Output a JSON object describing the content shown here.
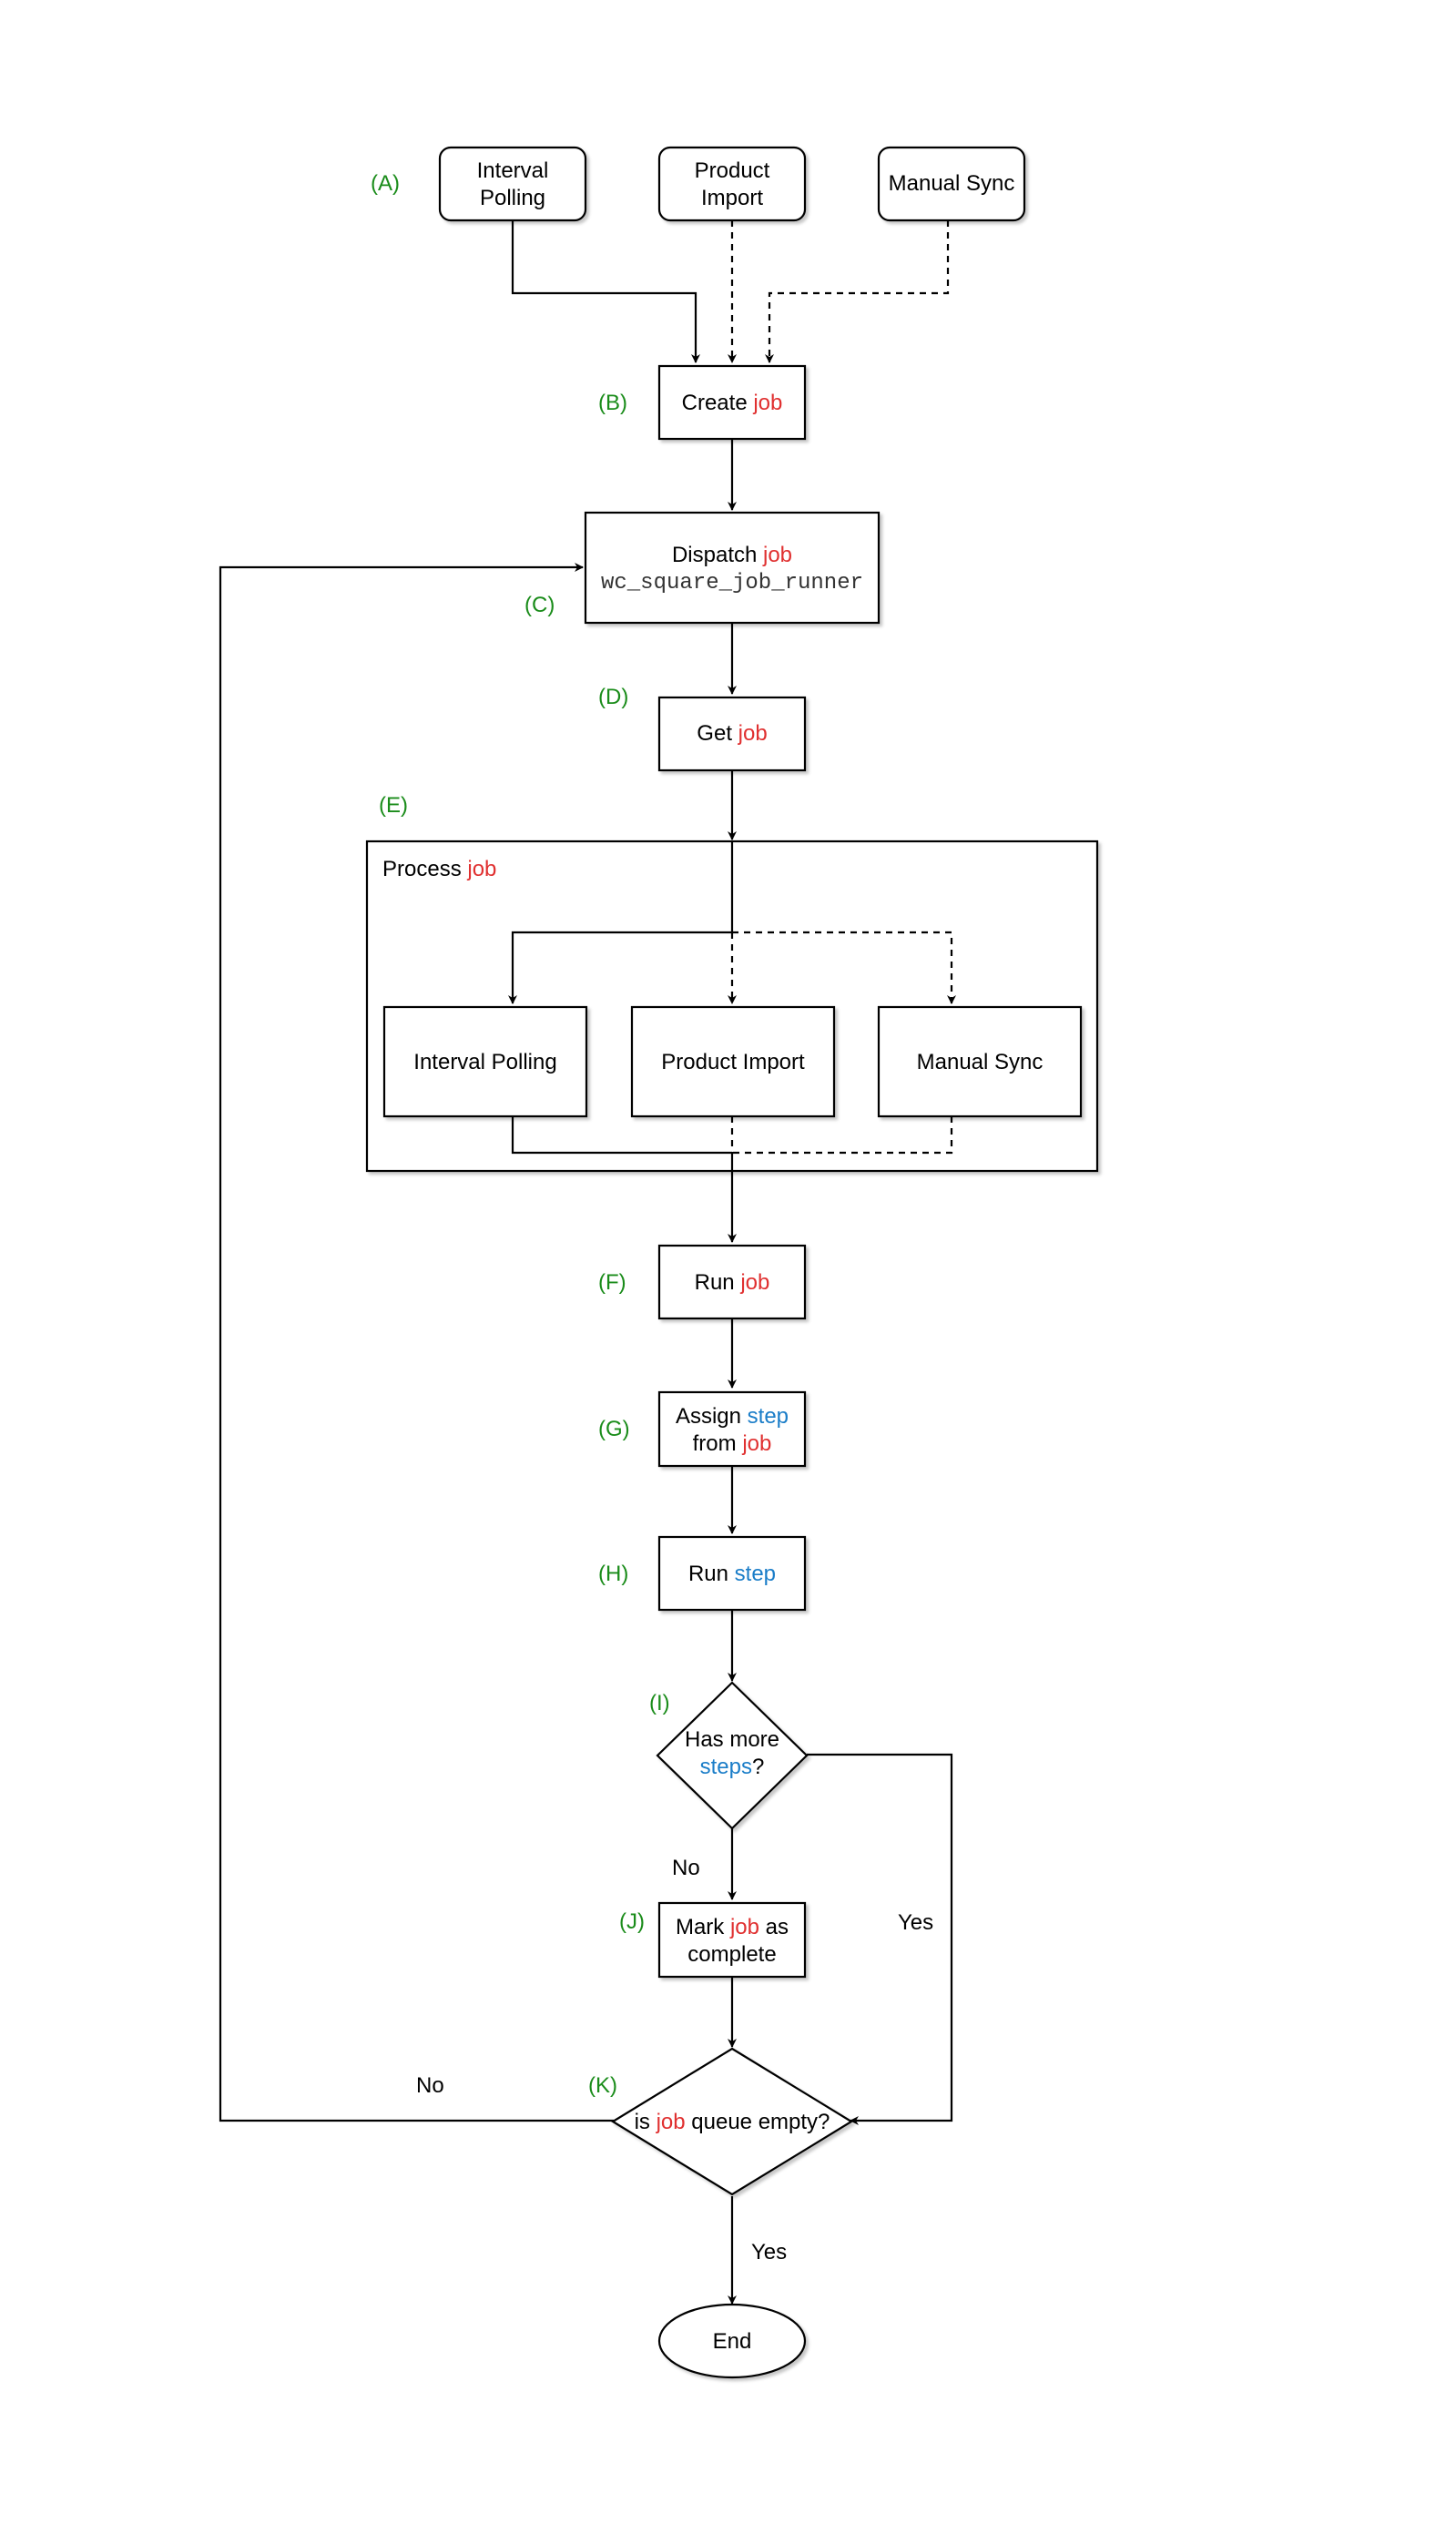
{
  "colors": {
    "label": "#1a8c1a",
    "job": "#e03030",
    "step": "#1a7dc8",
    "text": "#000000",
    "mono": "#333333"
  },
  "labels": {
    "A": "(A)",
    "B": "(B)",
    "C": "(C)",
    "D": "(D)",
    "E": "(E)",
    "F": "(F)",
    "G": "(G)",
    "H": "(H)",
    "I": "(I)",
    "J": "(J)",
    "K": "(K)"
  },
  "terms": {
    "job": "job",
    "step": "step",
    "steps": "steps"
  },
  "nodes": {
    "interval_polling_trigger": {
      "line1": "Interval",
      "line2": "Polling"
    },
    "product_import_trigger": {
      "line1": "Product",
      "line2": "Import"
    },
    "manual_sync_trigger": {
      "text": "Manual Sync"
    },
    "create_job": {
      "prefix": "Create "
    },
    "dispatch_job": {
      "prefix": "Dispatch ",
      "code": "wc_square_job_runner"
    },
    "get_job": {
      "prefix": "Get "
    },
    "process_job": {
      "prefix": "Process "
    },
    "interval_polling_proc": {
      "text": "Interval Polling"
    },
    "product_import_proc": {
      "text": "Product Import"
    },
    "manual_sync_proc": {
      "text": "Manual Sync"
    },
    "run_job": {
      "prefix": "Run "
    },
    "assign_step": {
      "line1_prefix": "Assign ",
      "line2_prefix": "from "
    },
    "run_step": {
      "prefix": "Run "
    },
    "has_more_steps": {
      "line1": "Has more",
      "line2_suffix": "?"
    },
    "mark_complete": {
      "line1_prefix": "Mark ",
      "line1_suffix": " as",
      "line2": "complete"
    },
    "queue_empty": {
      "prefix": "is ",
      "suffix": " queue empty?"
    },
    "end": {
      "text": "End"
    }
  },
  "edge_labels": {
    "has_more_no": "No",
    "has_more_yes": "Yes",
    "queue_no": "No",
    "queue_yes": "Yes"
  }
}
